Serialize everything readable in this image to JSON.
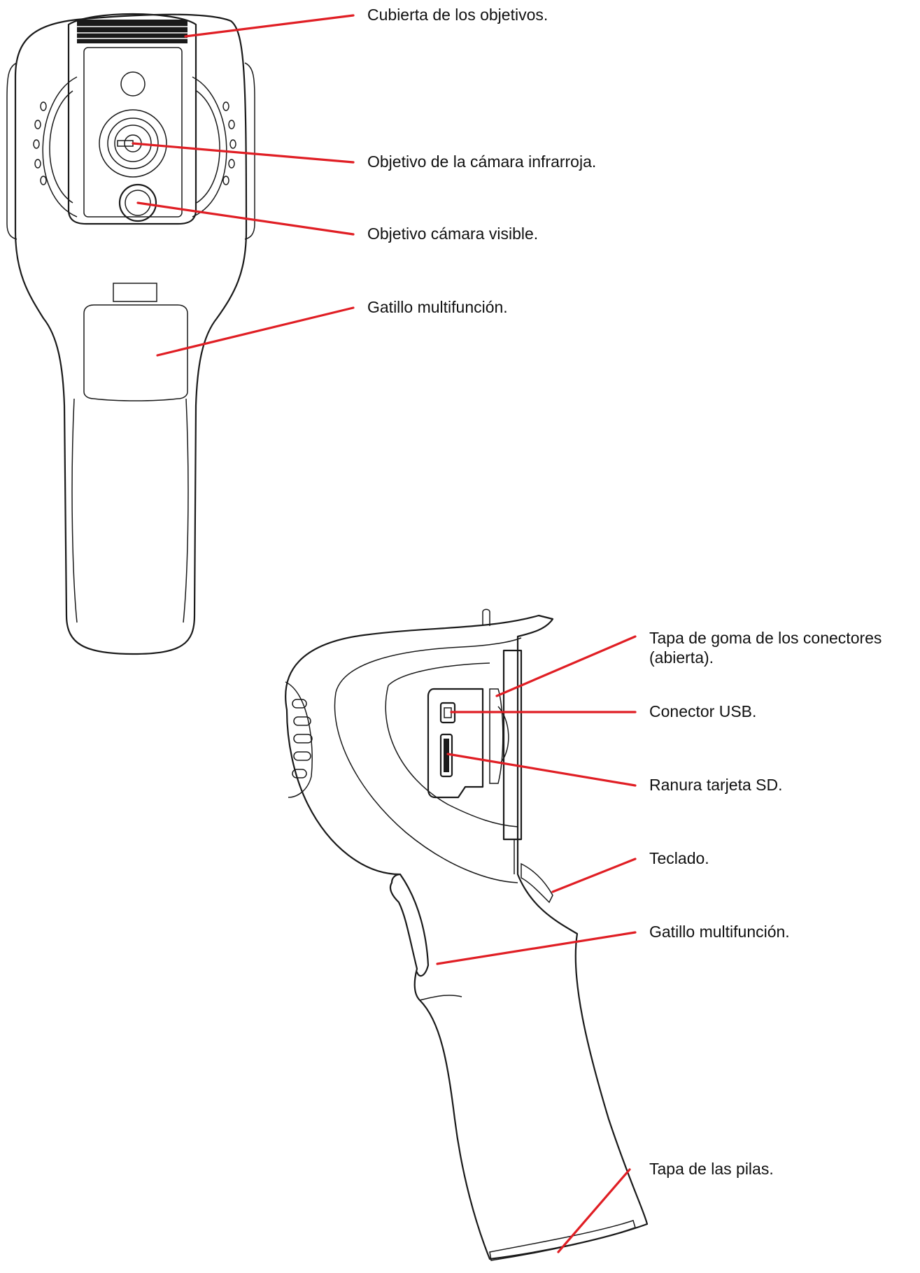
{
  "colors": {
    "leader": "#e01e24",
    "outline": "#1a1a1a",
    "background": "#ffffff"
  },
  "front_view": {
    "labels": [
      {
        "id": "lens-cover",
        "text": "Cubierta de los objetivos."
      },
      {
        "id": "ir-lens",
        "text": "Objetivo de la cámara infrarroja."
      },
      {
        "id": "visible-lens",
        "text": "Objetivo cámara visible."
      },
      {
        "id": "trigger",
        "text": "Gatillo multifunción."
      }
    ]
  },
  "side_view": {
    "labels": [
      {
        "id": "rubber-cap",
        "line1": "Tapa de goma de los conectores",
        "line2": "(abierta)."
      },
      {
        "id": "usb",
        "text": "Conector USB."
      },
      {
        "id": "sd-slot",
        "text": "Ranura tarjeta SD."
      },
      {
        "id": "keypad",
        "text": "Teclado."
      },
      {
        "id": "trigger",
        "text": "Gatillo multifunción."
      },
      {
        "id": "battery-cover",
        "text": "Tapa de las pilas."
      }
    ]
  }
}
